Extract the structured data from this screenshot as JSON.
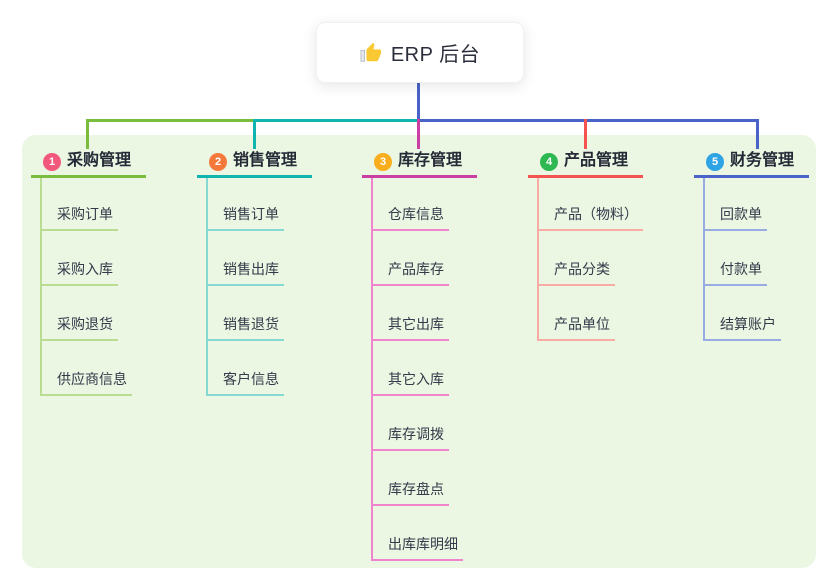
{
  "root": {
    "title": "ERP 后台",
    "icon": "thumbs-up-icon"
  },
  "panel_bg": "#ebf6e3",
  "trunk": {
    "stem_color": "#4a63c8"
  },
  "branches": [
    {
      "number": "1",
      "title": "采购管理",
      "badge_color": "#f2587b",
      "line_color": "#79bc3e",
      "light_color": "#b9dc92",
      "children": [
        "采购订单",
        "采购入库",
        "采购退货",
        "供应商信息"
      ]
    },
    {
      "number": "2",
      "title": "销售管理",
      "badge_color": "#f4793b",
      "line_color": "#10b5af",
      "light_color": "#86d8d2",
      "children": [
        "销售订单",
        "销售出库",
        "销售退货",
        "客户信息"
      ]
    },
    {
      "number": "3",
      "title": "库存管理",
      "badge_color": "#f9ae1d",
      "line_color": "#cb3fa5",
      "light_color": "#ef86cd",
      "children": [
        "仓库信息",
        "产品库存",
        "其它出库",
        "其它入库",
        "库存调拨",
        "库存盘点",
        "出库库明细"
      ]
    },
    {
      "number": "4",
      "title": "产品管理",
      "badge_color": "#2eb852",
      "line_color": "#f4534f",
      "light_color": "#f9aba6",
      "children": [
        "产品（物料）",
        "产品分类",
        "产品单位"
      ]
    },
    {
      "number": "5",
      "title": "财务管理",
      "badge_color": "#2ea4e4",
      "line_color": "#4a63c8",
      "light_color": "#98abe2",
      "children": [
        "回款单",
        "付款单",
        "结算账户"
      ]
    }
  ]
}
